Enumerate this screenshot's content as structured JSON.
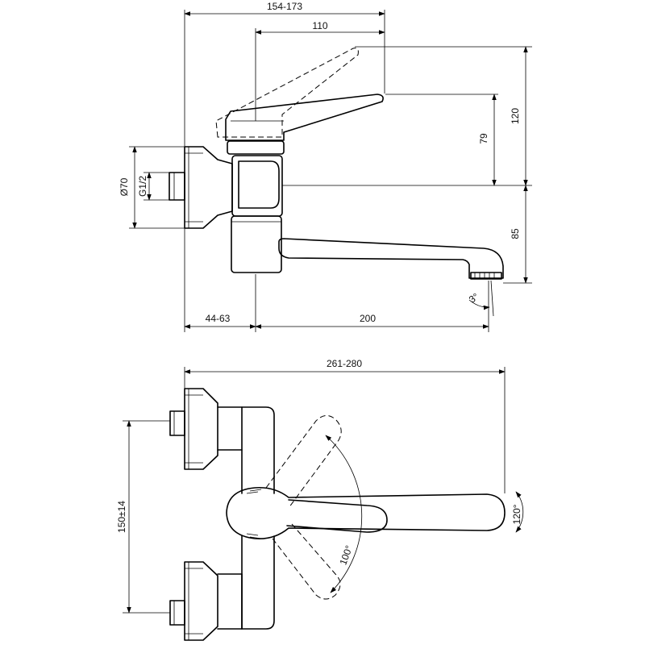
{
  "side_view": {
    "overall_depth": "154-173",
    "lever_reach": "110",
    "lever_height": "120",
    "axis_height": "79",
    "spout_drop": "85",
    "rosette_diameter": "Ø70",
    "thread": "G1/2",
    "wall_offset": "44-63",
    "spout_projection": "200",
    "spout_angle": "3°"
  },
  "front_view": {
    "overall_width": "261-280",
    "connection_centres": "150±14",
    "lever_swing": "100°",
    "spout_swing": "120°"
  }
}
